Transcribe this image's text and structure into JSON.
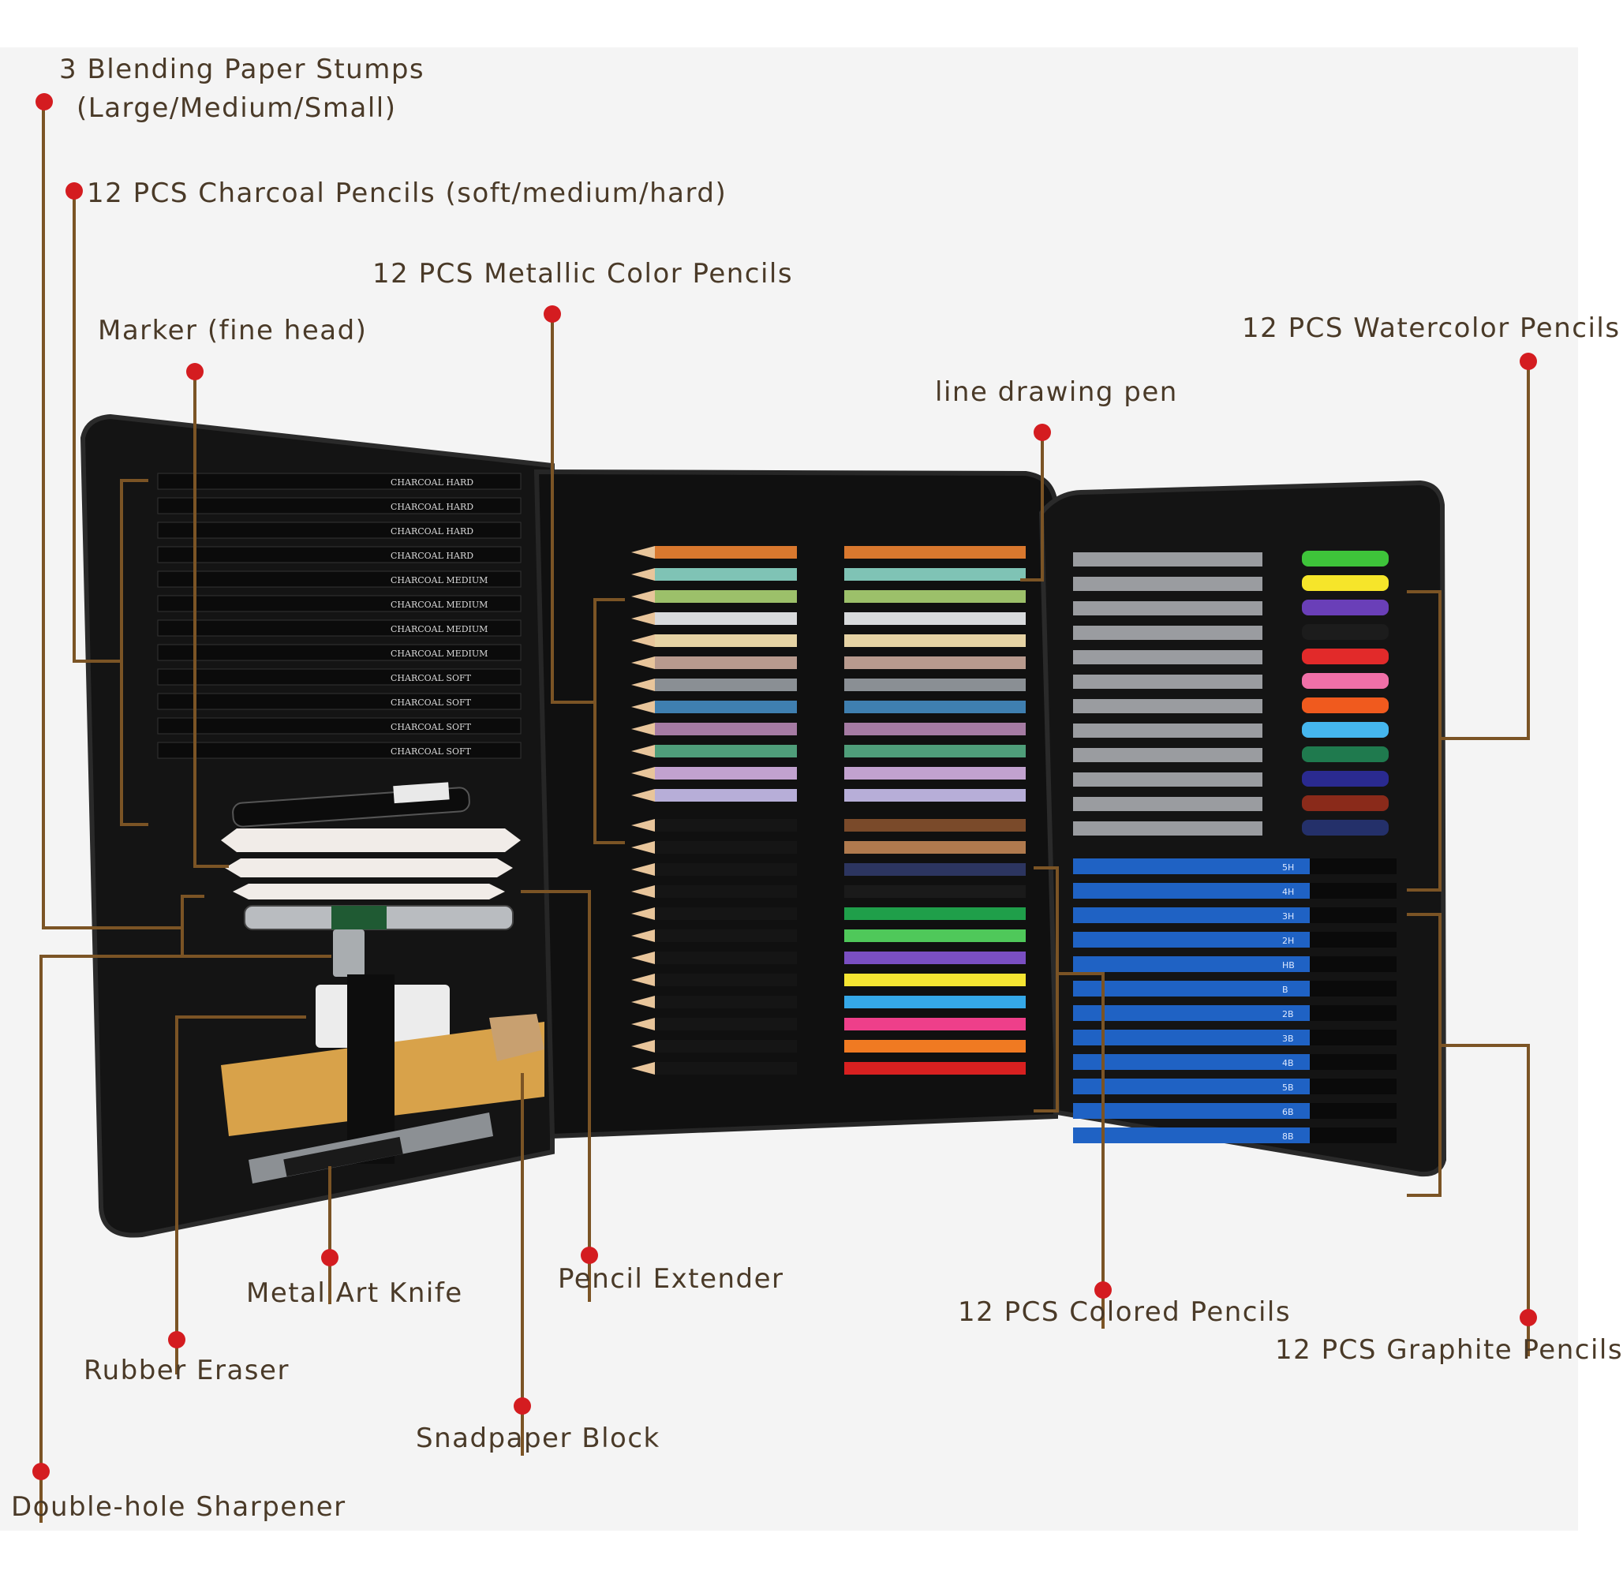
{
  "image": {
    "subject": "art sketching pencil set in an open black zipper case",
    "background": "#f4f4f4",
    "leader_color": "#7b5425",
    "marker_color": "#d41c20",
    "text_color": "#4a3a28"
  },
  "callouts": {
    "stumps": {
      "line1": "3 Blending Paper Stumps",
      "line2": "(Large/Medium/Small)"
    },
    "charcoal": "12 PCS Charcoal Pencils (soft/medium/hard)",
    "metallic": "12 PCS Metallic Color Pencils",
    "marker": "Marker (fine head)",
    "watercolor": "12 PCS Watercolor Pencils",
    "line_pen": "line drawing pen",
    "knife": "Metal Art Knife",
    "extender": "Pencil Extender",
    "colored": "12 PCS Colored Pencils",
    "graphite": "12 PCS Graphite Pencils",
    "eraser": "Rubber Eraser",
    "sandpaper": "Snadpaper Block",
    "sharpener": "Double-hole Sharpener"
  },
  "case": {
    "charcoal_labels": [
      "CHARCOAL HARD",
      "CHARCOAL HARD",
      "CHARCOAL HARD",
      "CHARCOAL HARD",
      "CHARCOAL MEDIUM",
      "CHARCOAL MEDIUM",
      "CHARCOAL MEDIUM",
      "CHARCOAL MEDIUM",
      "CHARCOAL SOFT",
      "CHARCOAL SOFT",
      "CHARCOAL SOFT",
      "CHARCOAL SOFT"
    ],
    "metallic_colors": [
      "#d9782e",
      "#7fc3b5",
      "#9cc06a",
      "#d8dadc",
      "#e6d3a4",
      "#b89a8e",
      "#8a8f94",
      "#3f7fb0",
      "#a57ba3",
      "#4f9e7a",
      "#c2a2cf",
      "#b7aed8"
    ],
    "colored_colors": [
      "#7a4a2a",
      "#b07a4e",
      "#2c3560",
      "#1a1a1a",
      "#1f9f4a",
      "#4fc85a",
      "#7a4fc2",
      "#f5e532",
      "#35a8e8",
      "#ee3f8a",
      "#f07a22",
      "#d82020"
    ],
    "watercolor_colors": [
      "#3ec43a",
      "#f6e52a",
      "#6a3fb8",
      "#1c1c1c",
      "#e22a2a",
      "#f070a8",
      "#f05a1e",
      "#45b6ee",
      "#1f7a4e",
      "#2a2a90",
      "#8a2a1a",
      "#24306a"
    ],
    "graphite_grades": [
      "5H",
      "4H",
      "3H",
      "2H",
      "HB",
      "B",
      "2B",
      "3B",
      "4B",
      "5B",
      "6B",
      "8B"
    ]
  }
}
